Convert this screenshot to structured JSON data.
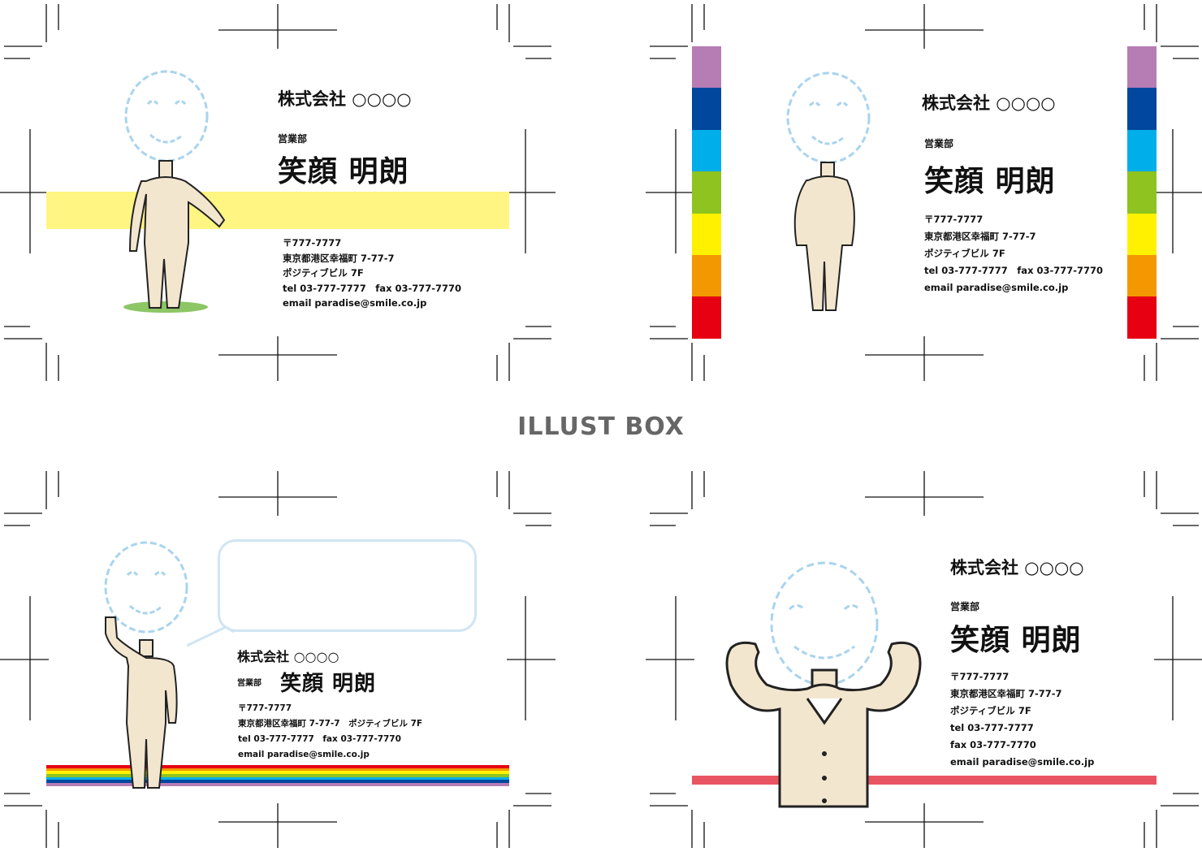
{
  "watermark": "ILLUST BOX",
  "colors": {
    "yellow_band": "#fff582",
    "red_band": "#e95463",
    "face": "#a9d4ee",
    "suit": "#f3e6cf",
    "ground": "#8cc665",
    "bubble": "#cfe5f3"
  },
  "rainbow": [
    "#b67cb4",
    "#00479d",
    "#00aee9",
    "#8fc31f",
    "#fff100",
    "#f39800",
    "#e60012"
  ],
  "cards": [
    {
      "company": "株式会社 ○○○○",
      "dept": "営業部",
      "name": "笑顔 明朗",
      "address": [
        "〒777-7777",
        "東京都港区幸福町 7-77-7",
        "ポジティブビル 7F",
        "tel 03-777-7777　fax 03-777-7770",
        "email paradise@smile.co.jp"
      ]
    },
    {
      "company": "株式会社 ○○○○",
      "dept": "営業部",
      "name": "笑顔 明朗",
      "address": [
        "〒777-7777",
        "東京都港区幸福町 7-77-7",
        "ポジティブビル 7F",
        "tel 03-777-7777　fax 03-777-7770",
        "email paradise@smile.co.jp"
      ]
    },
    {
      "company": "株式会社 ○○○○",
      "dept": "営業部",
      "name": "笑顔 明朗",
      "address": [
        "〒777-7777",
        "東京都港区幸福町 7-77-7　ポジティブビル 7F",
        "tel 03-777-7777　fax 03-777-7770",
        "email paradise@smile.co.jp"
      ]
    },
    {
      "company": "株式会社 ○○○○",
      "dept": "営業部",
      "name": "笑顔 明朗",
      "address": [
        "〒777-7777",
        "東京都港区幸福町 7-77-7",
        "ポジティブビル 7F",
        "tel 03-777-7777",
        "fax 03-777-7770",
        "email paradise@smile.co.jp"
      ]
    }
  ]
}
